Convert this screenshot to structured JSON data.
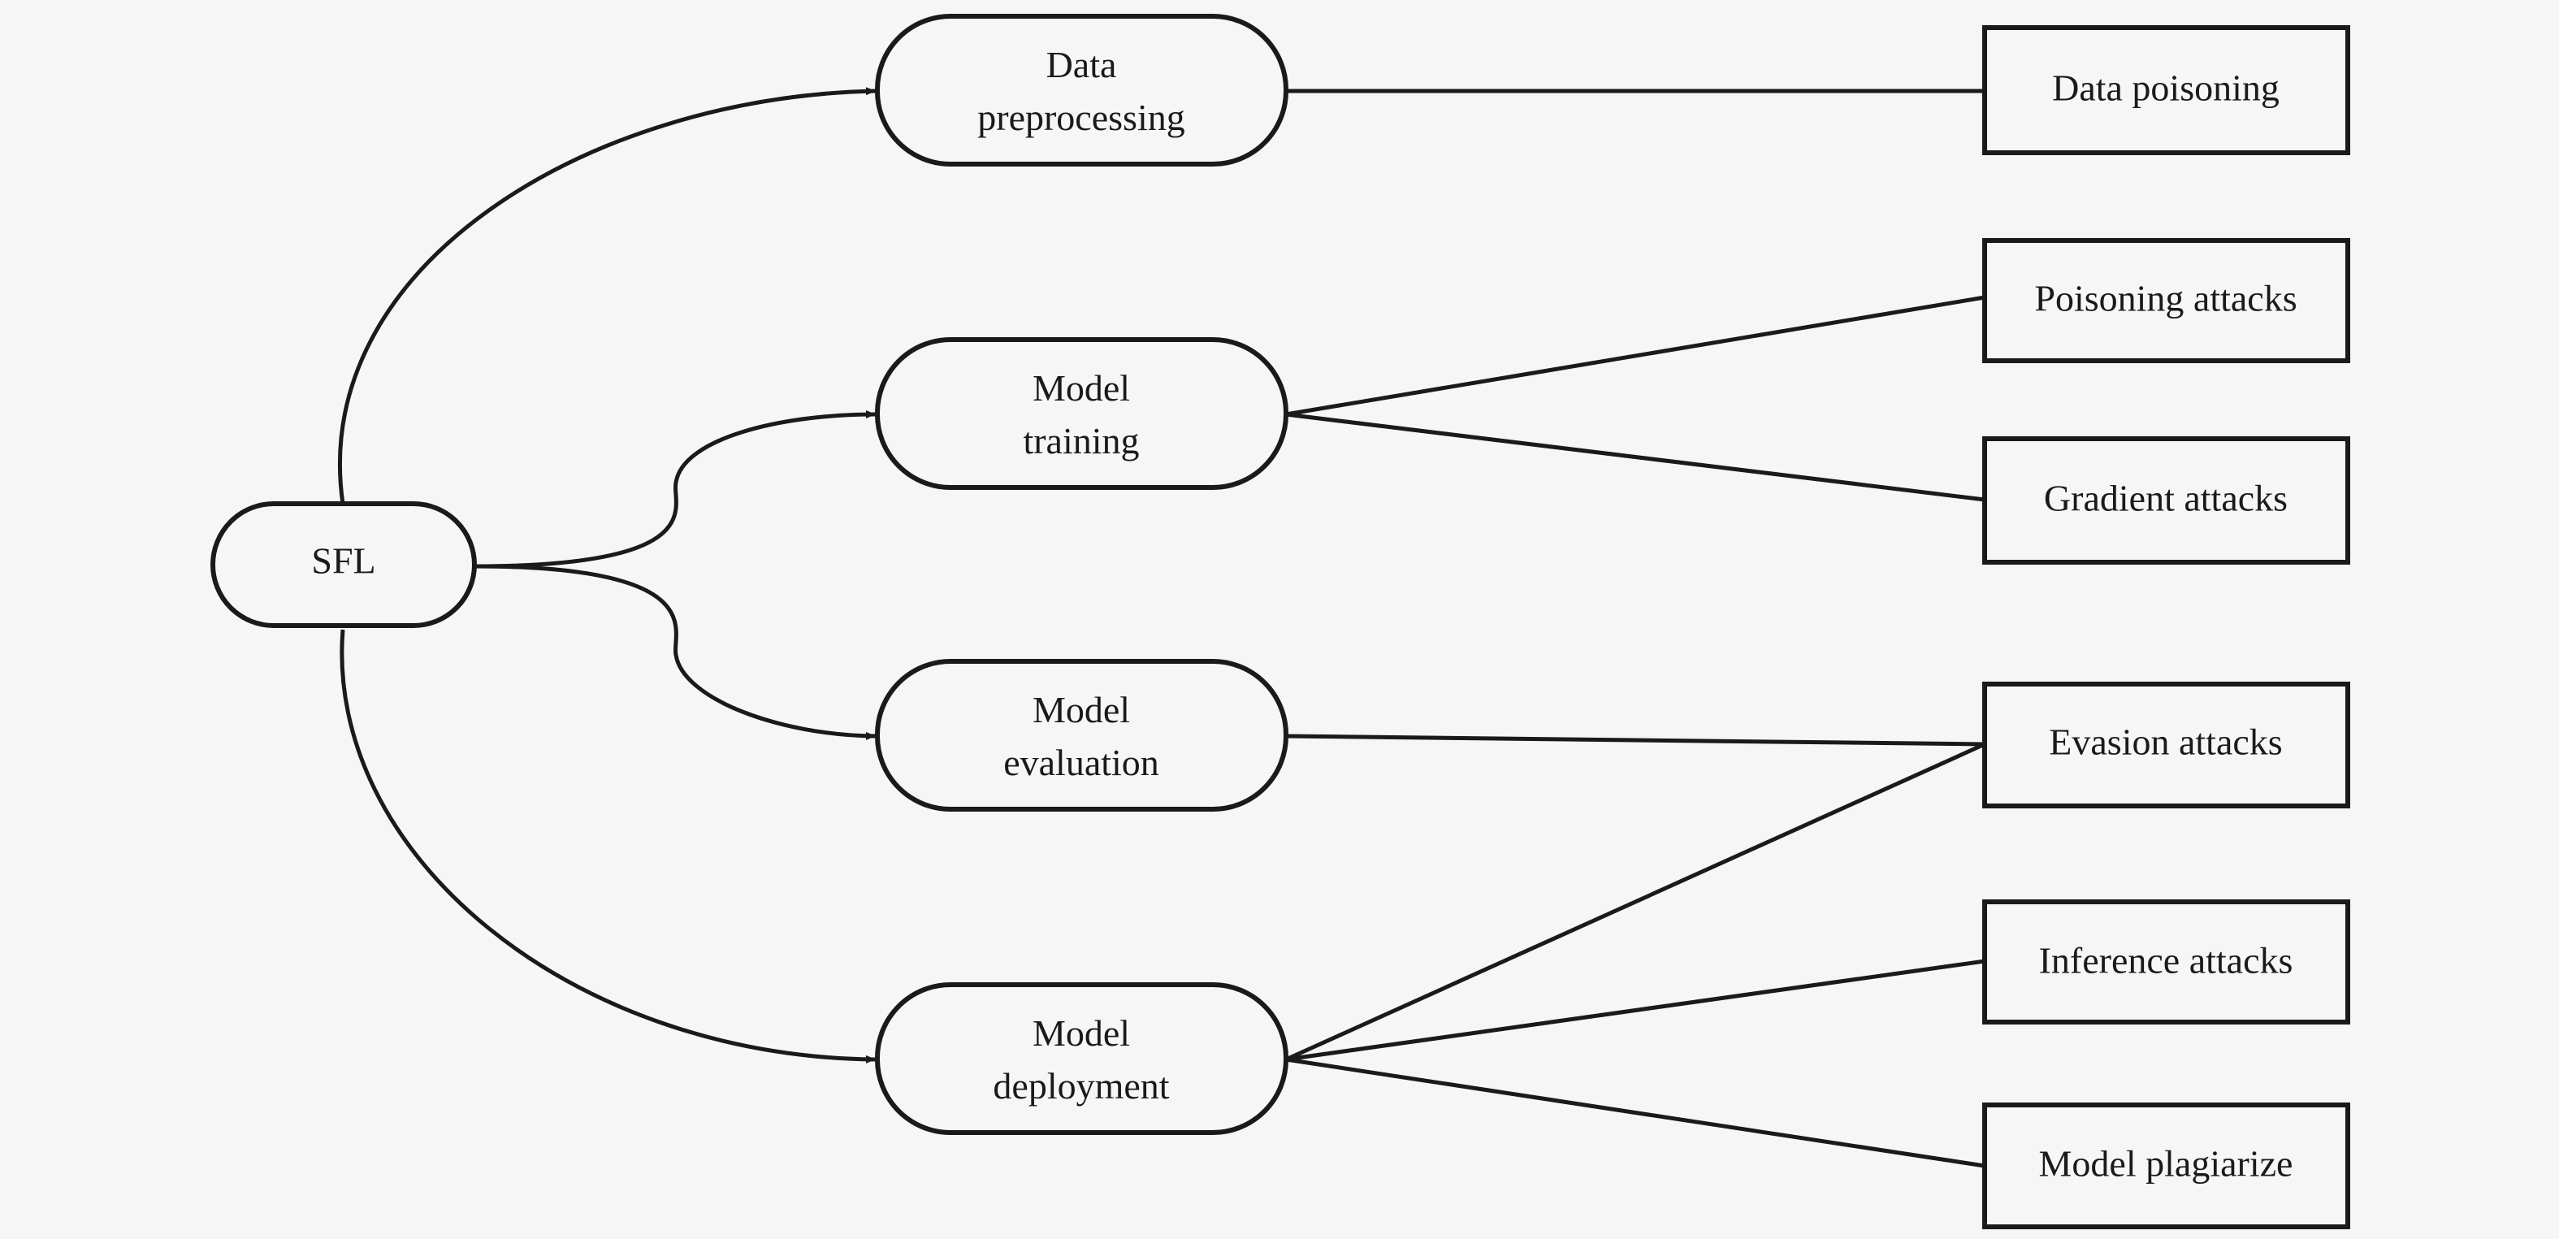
{
  "diagram": {
    "root": {
      "id": "sfl",
      "label": "SFL"
    },
    "stages": [
      {
        "id": "data-preprocessing",
        "lines": [
          "Data",
          "preprocessing"
        ]
      },
      {
        "id": "model-training",
        "lines": [
          "Model",
          "training"
        ]
      },
      {
        "id": "model-evaluation",
        "lines": [
          "Model",
          "evaluation"
        ]
      },
      {
        "id": "model-deployment",
        "lines": [
          "Model",
          "deployment"
        ]
      }
    ],
    "threats": [
      {
        "id": "data-poisoning",
        "label": "Data poisoning"
      },
      {
        "id": "poisoning-attacks",
        "label": "Poisoning attacks"
      },
      {
        "id": "gradient-attacks",
        "label": "Gradient attacks"
      },
      {
        "id": "evasion-attacks",
        "label": "Evasion attacks"
      },
      {
        "id": "inference-attacks",
        "label": "Inference attacks"
      },
      {
        "id": "model-plagiarize",
        "label": "Model plagiarize"
      }
    ],
    "edges": [
      {
        "from": "sfl",
        "to": "data-preprocessing",
        "arrow": true
      },
      {
        "from": "sfl",
        "to": "model-training",
        "arrow": true
      },
      {
        "from": "sfl",
        "to": "model-evaluation",
        "arrow": true
      },
      {
        "from": "sfl",
        "to": "model-deployment",
        "arrow": true
      },
      {
        "from": "data-preprocessing",
        "to": "data-poisoning",
        "arrow": false
      },
      {
        "from": "model-training",
        "to": "poisoning-attacks",
        "arrow": false
      },
      {
        "from": "model-training",
        "to": "gradient-attacks",
        "arrow": false
      },
      {
        "from": "model-evaluation",
        "to": "evasion-attacks",
        "arrow": false
      },
      {
        "from": "model-deployment",
        "to": "evasion-attacks",
        "arrow": false
      },
      {
        "from": "model-deployment",
        "to": "inference-attacks",
        "arrow": false
      },
      {
        "from": "model-deployment",
        "to": "model-plagiarize",
        "arrow": false
      }
    ]
  }
}
